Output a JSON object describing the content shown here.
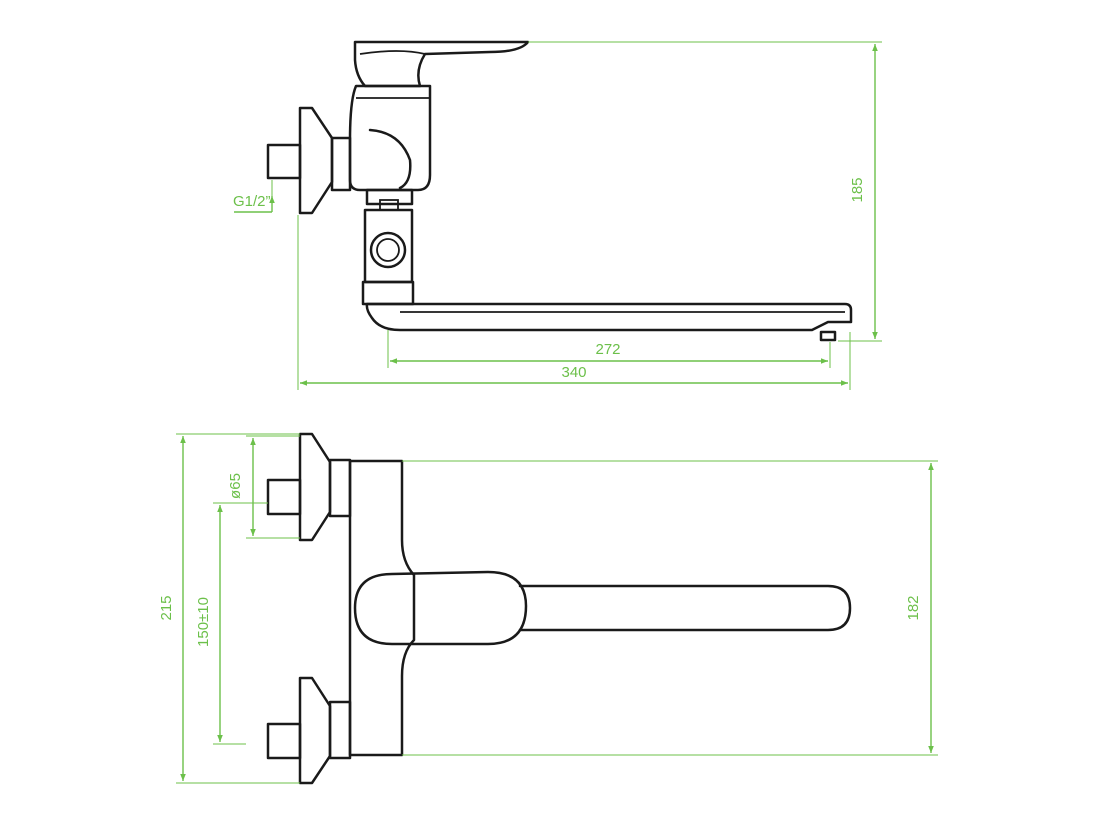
{
  "colors": {
    "dimension": "#6cc04a",
    "outline": "#1a1a1a"
  },
  "side_view": {
    "height_label": "185",
    "thread_label": "G1/2”",
    "spout_reach_label": "272",
    "overall_length_label": "340"
  },
  "top_view": {
    "overall_width_label": "215",
    "center_distance_label": "150±10",
    "flange_diameter_label": "ø65",
    "body_height_label": "182"
  }
}
